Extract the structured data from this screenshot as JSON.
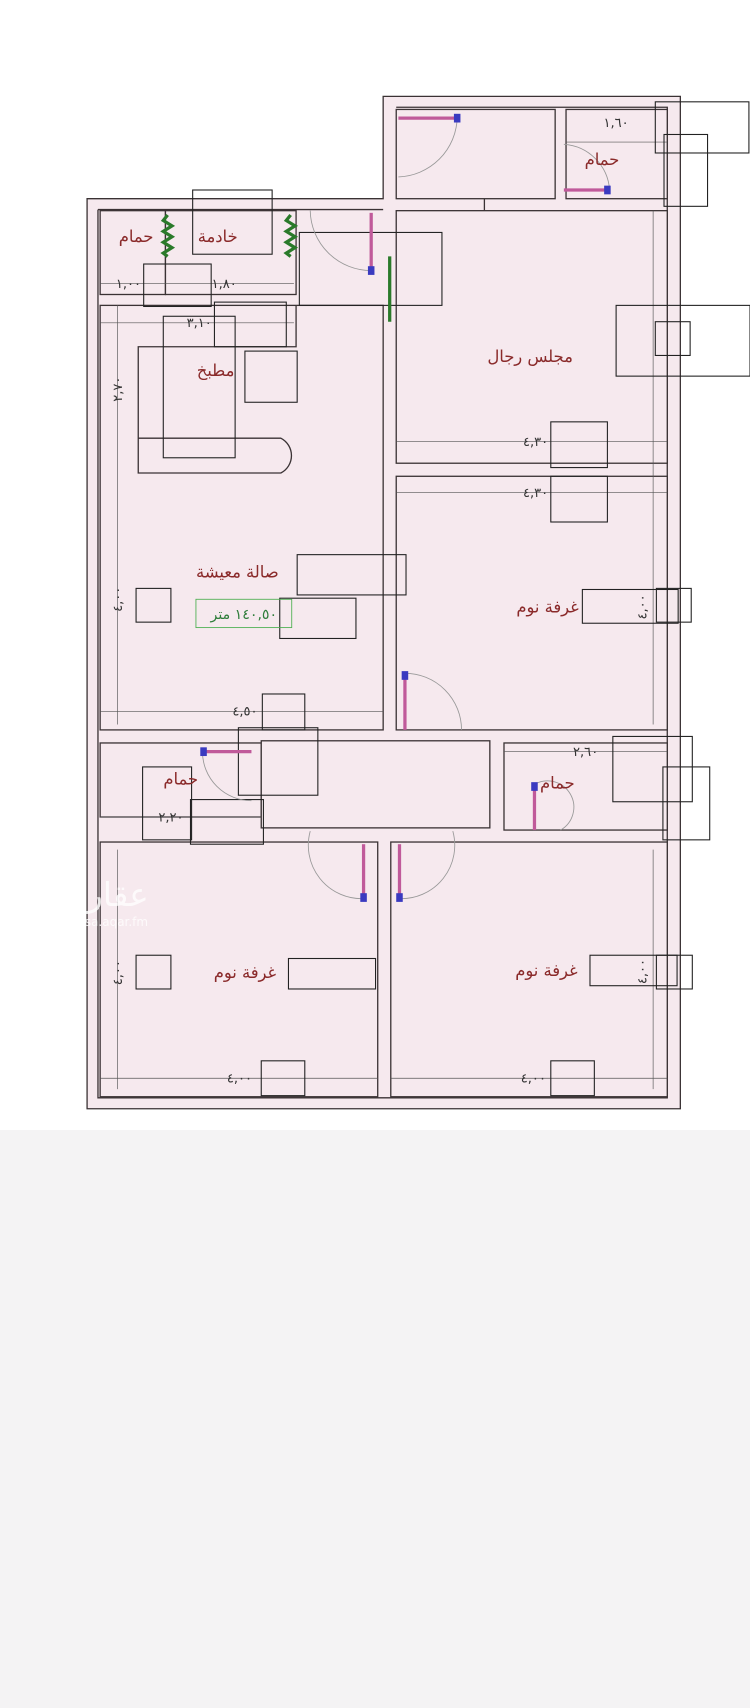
{
  "colors": {
    "room_fill": "#f6e9ee",
    "label": "#8a2a2a",
    "area": "#2f7d3a",
    "background_bottom": "#f4f3f4"
  },
  "rooms": {
    "maid": "خادمة",
    "bath_maid": "حمام",
    "kitchen": "مطبخ",
    "majlis": "مجلس رجال",
    "living": "صالة معيشة",
    "area": "١٤٠,٥٠ متر",
    "bath_top": "حمام",
    "bedroom_right": "غرفة نوم",
    "bath_left": "حمام",
    "bath_right": "حمام",
    "bedroom_bottom_left": "غرفة نوم",
    "bedroom_bottom_right": "غرفة نوم"
  },
  "dimensions": {
    "bath_top_w": "١,٦٠",
    "maid_bath_w": "١,٠٠",
    "maid_w": "١,٨٠",
    "kitchen_w": "٣,١٠",
    "kitchen_h": "٢,٧٠",
    "majlis_w": "٤,٣٠",
    "bedroom_right_w": "٤,٣٠",
    "living_h": "٤,٠٠",
    "bedroom_right_h": "٤,٠٠",
    "living_w": "٤,٥٠",
    "bath_right_w": "٢,٦٠",
    "bath_left_w": "٢,٢٠",
    "bedroom_bl_h": "٤,٠٠",
    "bedroom_br_h": "٤,٠٠",
    "bedroom_bl_w": "٤,٠٠",
    "bedroom_br_w": "٤,٠٠"
  },
  "watermark": {
    "logo": "عقار",
    "url": "sa.aqar.fm"
  }
}
